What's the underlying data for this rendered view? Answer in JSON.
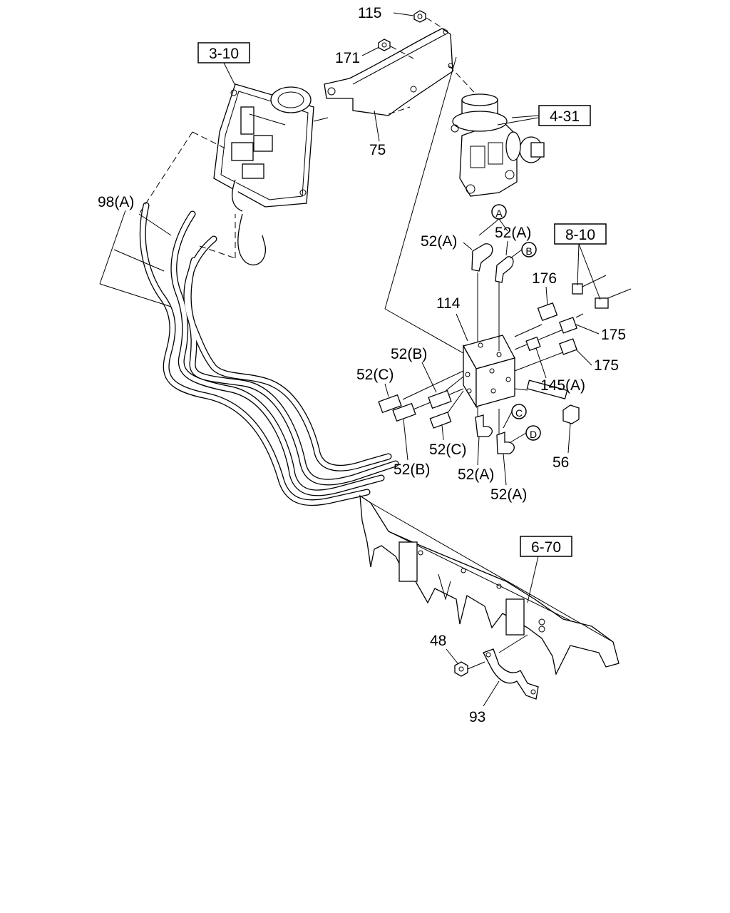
{
  "refs": {
    "r3_10": "3-10",
    "r4_31": "4-31",
    "r8_10": "8-10",
    "r6_70": "6-70"
  },
  "callouts": {
    "p115": "115",
    "p171": "171",
    "p75": "75",
    "p98a": "98(A)",
    "p52a_1": "52(A)",
    "p52a_2": "52(A)",
    "p176": "176",
    "p114": "114",
    "p175_1": "175",
    "p175_2": "175",
    "p52b_1": "52(B)",
    "p52c_1": "52(C)",
    "p145a": "145(A)",
    "p52c_2": "52(C)",
    "p52b_2": "52(B)",
    "p52a_3": "52(A)",
    "p52a_4": "52(A)",
    "p56": "56",
    "p48": "48",
    "p93": "93"
  },
  "circle_letters": {
    "a": "A",
    "b": "B",
    "c": "C",
    "d": "D"
  }
}
